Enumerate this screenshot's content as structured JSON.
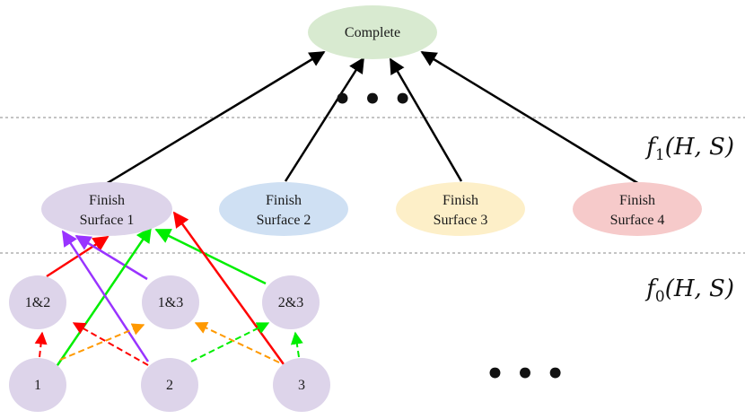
{
  "labels": {
    "complete": "Complete",
    "finish": "Finish",
    "surface1": "Surface 1",
    "surface2": "Surface 2",
    "surface3": "Surface 3",
    "surface4": "Surface 4",
    "n12": "1&2",
    "n13": "1&3",
    "n23": "2&3",
    "n1": "1",
    "n2": "2",
    "n3": "3",
    "f1": "f",
    "f1sub": "1",
    "f1args": "(H, S)",
    "f0": "f",
    "f0sub": "0",
    "f0args": "(H, S)",
    "ellipsis_top": "• • •",
    "ellipsis_bottom": "• • •"
  },
  "colors": {
    "complete": "#d8ead0",
    "surface1": "#ddd4ea",
    "surface2": "#cfe0f3",
    "surface3": "#fdefc8",
    "surface4": "#f6caca",
    "lower_nodes": "#ddd4ea",
    "black": "#000000",
    "red": "#ff0000",
    "green": "#00ee00",
    "purple": "#9933ff",
    "orange": "#ff9900",
    "divider": "#888888"
  }
}
